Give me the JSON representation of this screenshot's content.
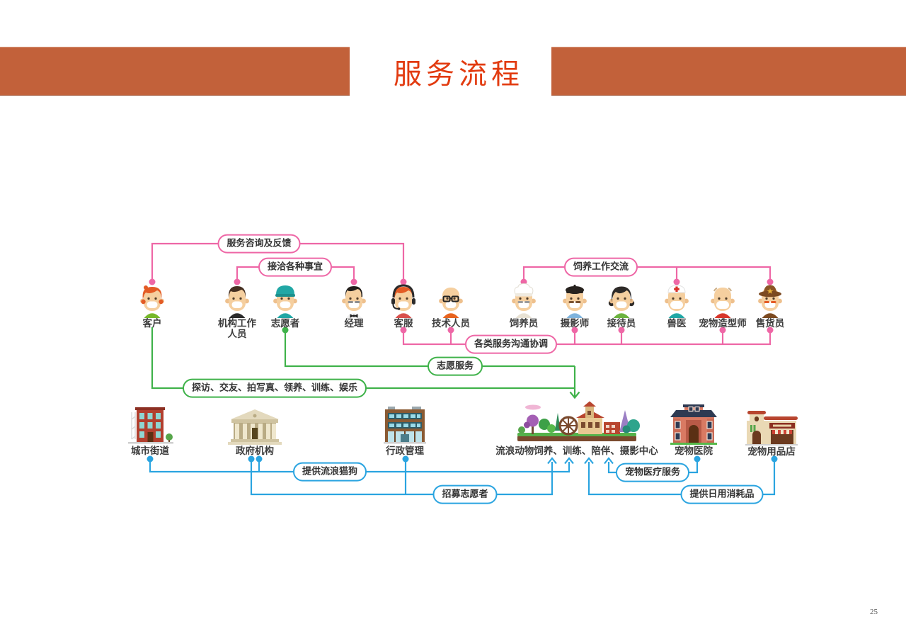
{
  "header": {
    "title": "服务流程"
  },
  "page_number": "25",
  "colors": {
    "bar": "#c2613a",
    "title": "#e23b10",
    "pink": "#ee67a6",
    "green": "#3fb24a",
    "blue": "#2aa4e0"
  },
  "people": [
    {
      "id": "customer",
      "label": "客户"
    },
    {
      "id": "org-staff",
      "label": "机构工作人员",
      "line1": "机构工作",
      "line2": "人员"
    },
    {
      "id": "volunteer",
      "label": "志愿者"
    },
    {
      "id": "manager",
      "label": "经理"
    },
    {
      "id": "customer-service",
      "label": "客服"
    },
    {
      "id": "technician",
      "label": "技术人员"
    },
    {
      "id": "feeder",
      "label": "饲养员"
    },
    {
      "id": "photographer",
      "label": "摄影师"
    },
    {
      "id": "receptionist",
      "label": "接待员"
    },
    {
      "id": "veterinarian",
      "label": "兽医"
    },
    {
      "id": "pet-stylist",
      "label": "宠物造型师"
    },
    {
      "id": "salesperson",
      "label": "售货员"
    }
  ],
  "buildings": [
    {
      "id": "city-street",
      "label": "城市街道"
    },
    {
      "id": "government",
      "label": "政府机构"
    },
    {
      "id": "administration",
      "label": "行政管理"
    },
    {
      "id": "animal-center",
      "label": "流浪动物饲养、训练、陪伴、摄影中心"
    },
    {
      "id": "pet-hospital",
      "label": "宠物医院"
    },
    {
      "id": "pet-store",
      "label": "宠物用品店"
    }
  ],
  "connections": [
    {
      "id": "service-consult-feedback",
      "label": "服务咨询及反馈",
      "color": "pink"
    },
    {
      "id": "handle-various-matters",
      "label": "接洽各种事宜",
      "color": "pink"
    },
    {
      "id": "feeding-work-exchange",
      "label": "饲养工作交流",
      "color": "pink"
    },
    {
      "id": "service-communication-coordination",
      "label": "各类服务沟通协调",
      "color": "pink"
    },
    {
      "id": "volunteer-service",
      "label": "志愿服务",
      "color": "green"
    },
    {
      "id": "visit-activities",
      "label": "探访、交友、拍写真、领养、训练、娱乐",
      "color": "green"
    },
    {
      "id": "provide-stray-cats-dogs",
      "label": "提供流浪猫狗",
      "color": "blue"
    },
    {
      "id": "recruit-volunteers",
      "label": "招募志愿者",
      "color": "blue"
    },
    {
      "id": "pet-medical-service",
      "label": "宠物医疗服务",
      "color": "blue"
    },
    {
      "id": "provide-daily-consumables",
      "label": "提供日用消耗品",
      "color": "blue"
    }
  ]
}
